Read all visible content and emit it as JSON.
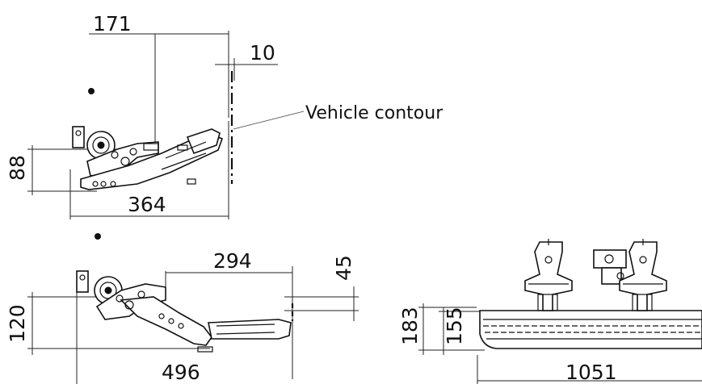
{
  "diagram": {
    "views": [
      {
        "name": "retracted-side-view",
        "dims": {
          "reach_to_contour": "171",
          "contour_gap": "10",
          "step_height": "88",
          "overall_width": "364"
        }
      },
      {
        "name": "deployed-side-view",
        "dims": {
          "extension": "294",
          "rise": "45",
          "step_height": "120",
          "overall_width": "496"
        }
      },
      {
        "name": "front-view",
        "dims": {
          "total_height": "183",
          "board_height": "155",
          "board_length": "1051"
        }
      }
    ],
    "callout_label": "Vehicle contour"
  }
}
